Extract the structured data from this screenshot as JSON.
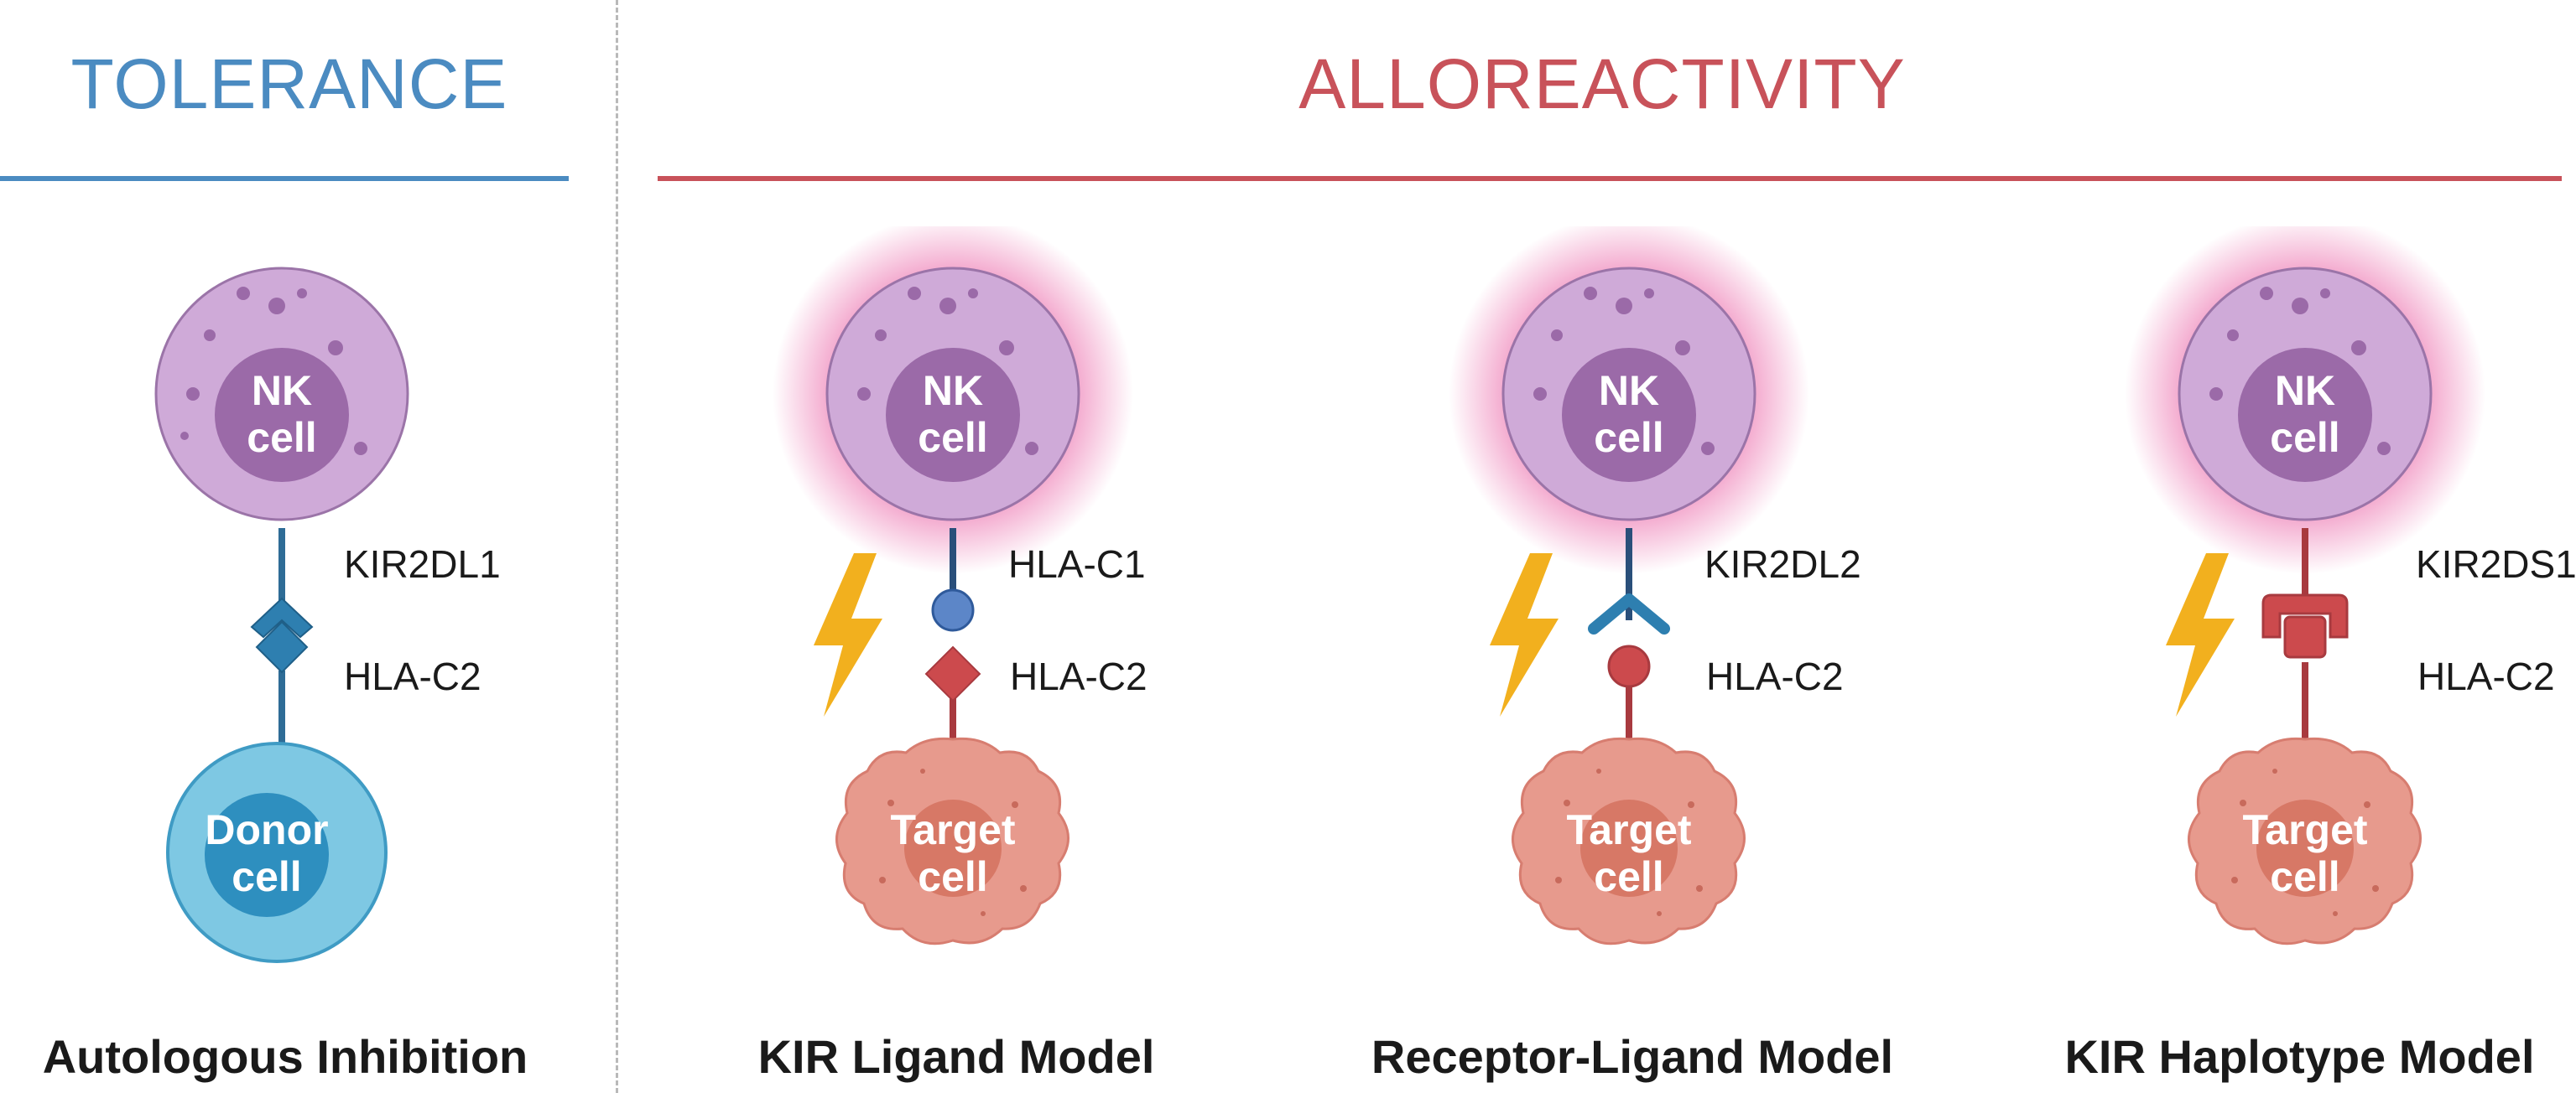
{
  "header": {
    "tolerance": "TOLERANCE",
    "alloreactivity": "ALLOREACTIVITY"
  },
  "colors": {
    "tolerance": "#4b8bc1",
    "alloreactivity": "#c8525a",
    "nk_cell": "#cfaad8",
    "nk_nucleus": "#9b6aa8",
    "donor_cell": "#7ec8e3",
    "target_cell": "#e79a8d",
    "glow": "#e8559e",
    "bolt": "#f2b01e"
  },
  "panels": [
    {
      "title": "Autologous Inhibition",
      "effector": "NK\ncell",
      "target": "Donor\ncell",
      "receptor_label": "KIR2DL1",
      "ligand_label": "HLA-C2",
      "activated": false,
      "receptor_icon": "diamond-receptor-icon",
      "ligand_icon": "diamond-ligand-icon"
    },
    {
      "title": "KIR Ligand Model",
      "effector": "NK\ncell",
      "target": "Target\ncell",
      "receptor_label": "HLA-C1",
      "ligand_label": "HLA-C2",
      "activated": true,
      "receptor_icon": "circle-receptor-icon",
      "ligand_icon": "diamond-ligand-icon"
    },
    {
      "title": "Receptor-Ligand Model",
      "effector": "NK\ncell",
      "target": "Target\ncell",
      "receptor_label": "KIR2DL2",
      "ligand_label": "HLA-C2",
      "activated": true,
      "receptor_icon": "y-receptor-icon",
      "ligand_icon": "circle-ligand-icon"
    },
    {
      "title": "KIR Haplotype Model",
      "effector": "NK\ncell",
      "target": "Target\ncell",
      "receptor_label": "KIR2DS1",
      "ligand_label": "HLA-C2",
      "activated": true,
      "receptor_icon": "clamp-receptor-icon",
      "ligand_icon": "square-ligand-icon"
    }
  ]
}
